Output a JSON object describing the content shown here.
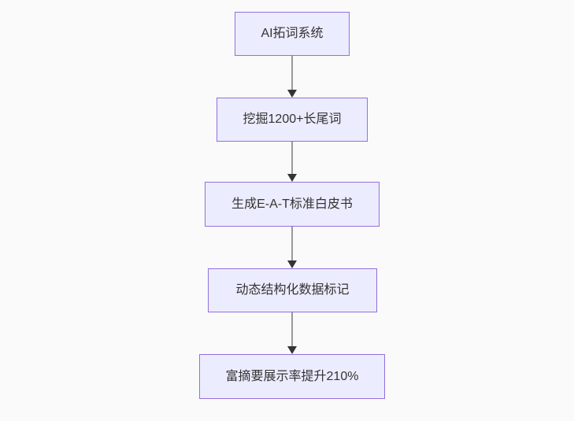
{
  "style": {
    "background": "#fafafa",
    "node_fill": "#ECECFF",
    "node_border": "#9370DB",
    "text_color": "#333333",
    "line_color": "#999999",
    "arrowhead_color": "#333333"
  },
  "flowchart": {
    "type": "flowchart",
    "direction": "top-down",
    "nodes": [
      {
        "id": "1",
        "label": "AI拓词系统"
      },
      {
        "id": "2",
        "label": "挖掘1200+长尾词"
      },
      {
        "id": "3",
        "label": "生成E-A-T标准白皮书"
      },
      {
        "id": "4",
        "label": "动态结构化数据标记"
      },
      {
        "id": "5",
        "label": "富摘要展示率提升210%"
      }
    ],
    "edges": [
      {
        "from": "1",
        "to": "2"
      },
      {
        "from": "2",
        "to": "3"
      },
      {
        "from": "3",
        "to": "4"
      },
      {
        "from": "4",
        "to": "5"
      }
    ]
  }
}
